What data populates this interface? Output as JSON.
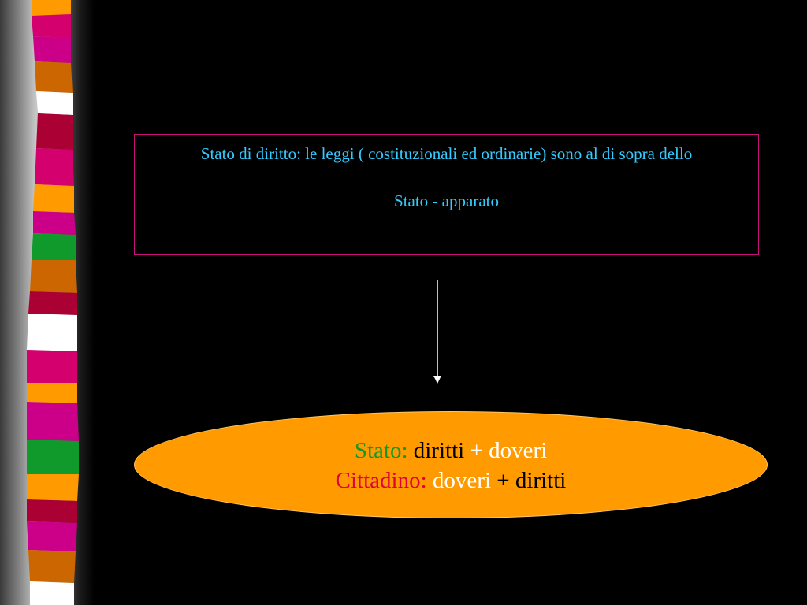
{
  "box": {
    "line1": "Stato di diritto: le leggi ( costituzionali ed ordinarie) sono al di sopra dello",
    "line2": "Stato - apparato"
  },
  "ellipse": {
    "row1": {
      "label": "Stato:",
      "word1": "diritti",
      "plus": "+",
      "word2": "doveri"
    },
    "row2": {
      "label": "Cittadino:",
      "word1": "doveri",
      "plus": "+",
      "word2": "diritti"
    }
  },
  "colors": {
    "box_text": "#33ccff",
    "box_border": "#c8107a",
    "ellipse_fill": "#ff9a00",
    "stato_label": "#119a2c",
    "cittadino_label": "#e0003a"
  }
}
